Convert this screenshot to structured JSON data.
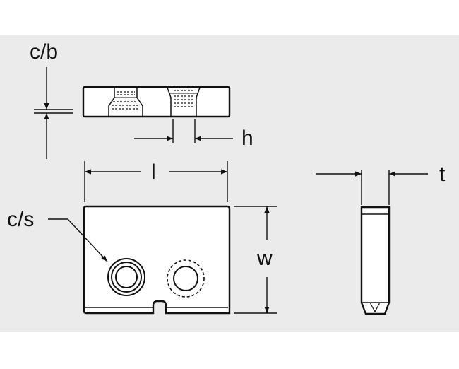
{
  "diagram": {
    "labels": {
      "counterbore": "c/b",
      "height": "h",
      "length": "l",
      "countersink": "c/s",
      "width": "w",
      "thickness": "t"
    },
    "colors": {
      "background": "#ebebeb",
      "stroke": "#111111",
      "part_fill": "#ffffff"
    }
  }
}
